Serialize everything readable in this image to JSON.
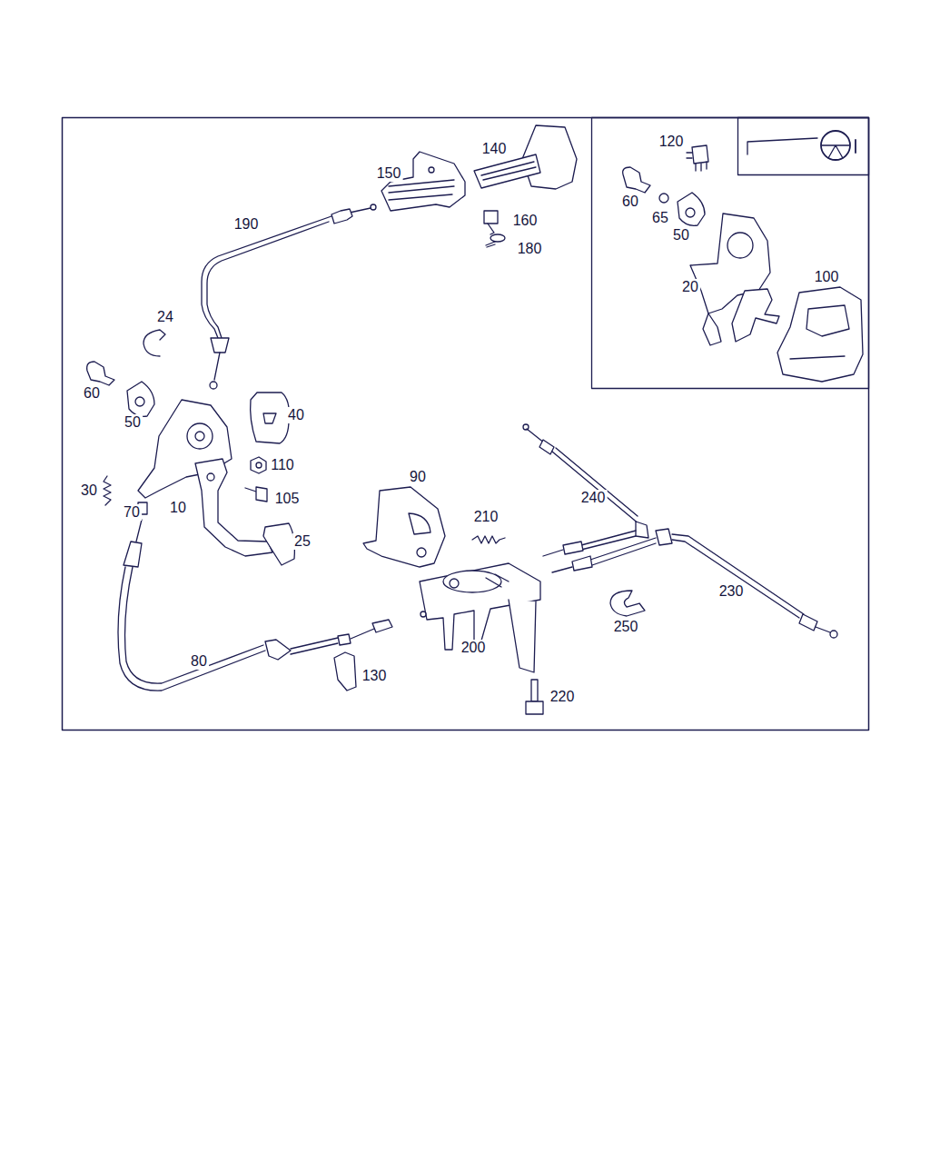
{
  "diagram": {
    "labels": [
      "140",
      "120",
      "150",
      "190",
      "160",
      "60",
      "65",
      "180",
      "50",
      "24",
      "20",
      "100",
      "60",
      "40",
      "50",
      "110",
      "105",
      "30",
      "70",
      "10",
      "90",
      "240",
      "210",
      "25",
      "230",
      "250",
      "80",
      "200",
      "130",
      "220"
    ]
  }
}
